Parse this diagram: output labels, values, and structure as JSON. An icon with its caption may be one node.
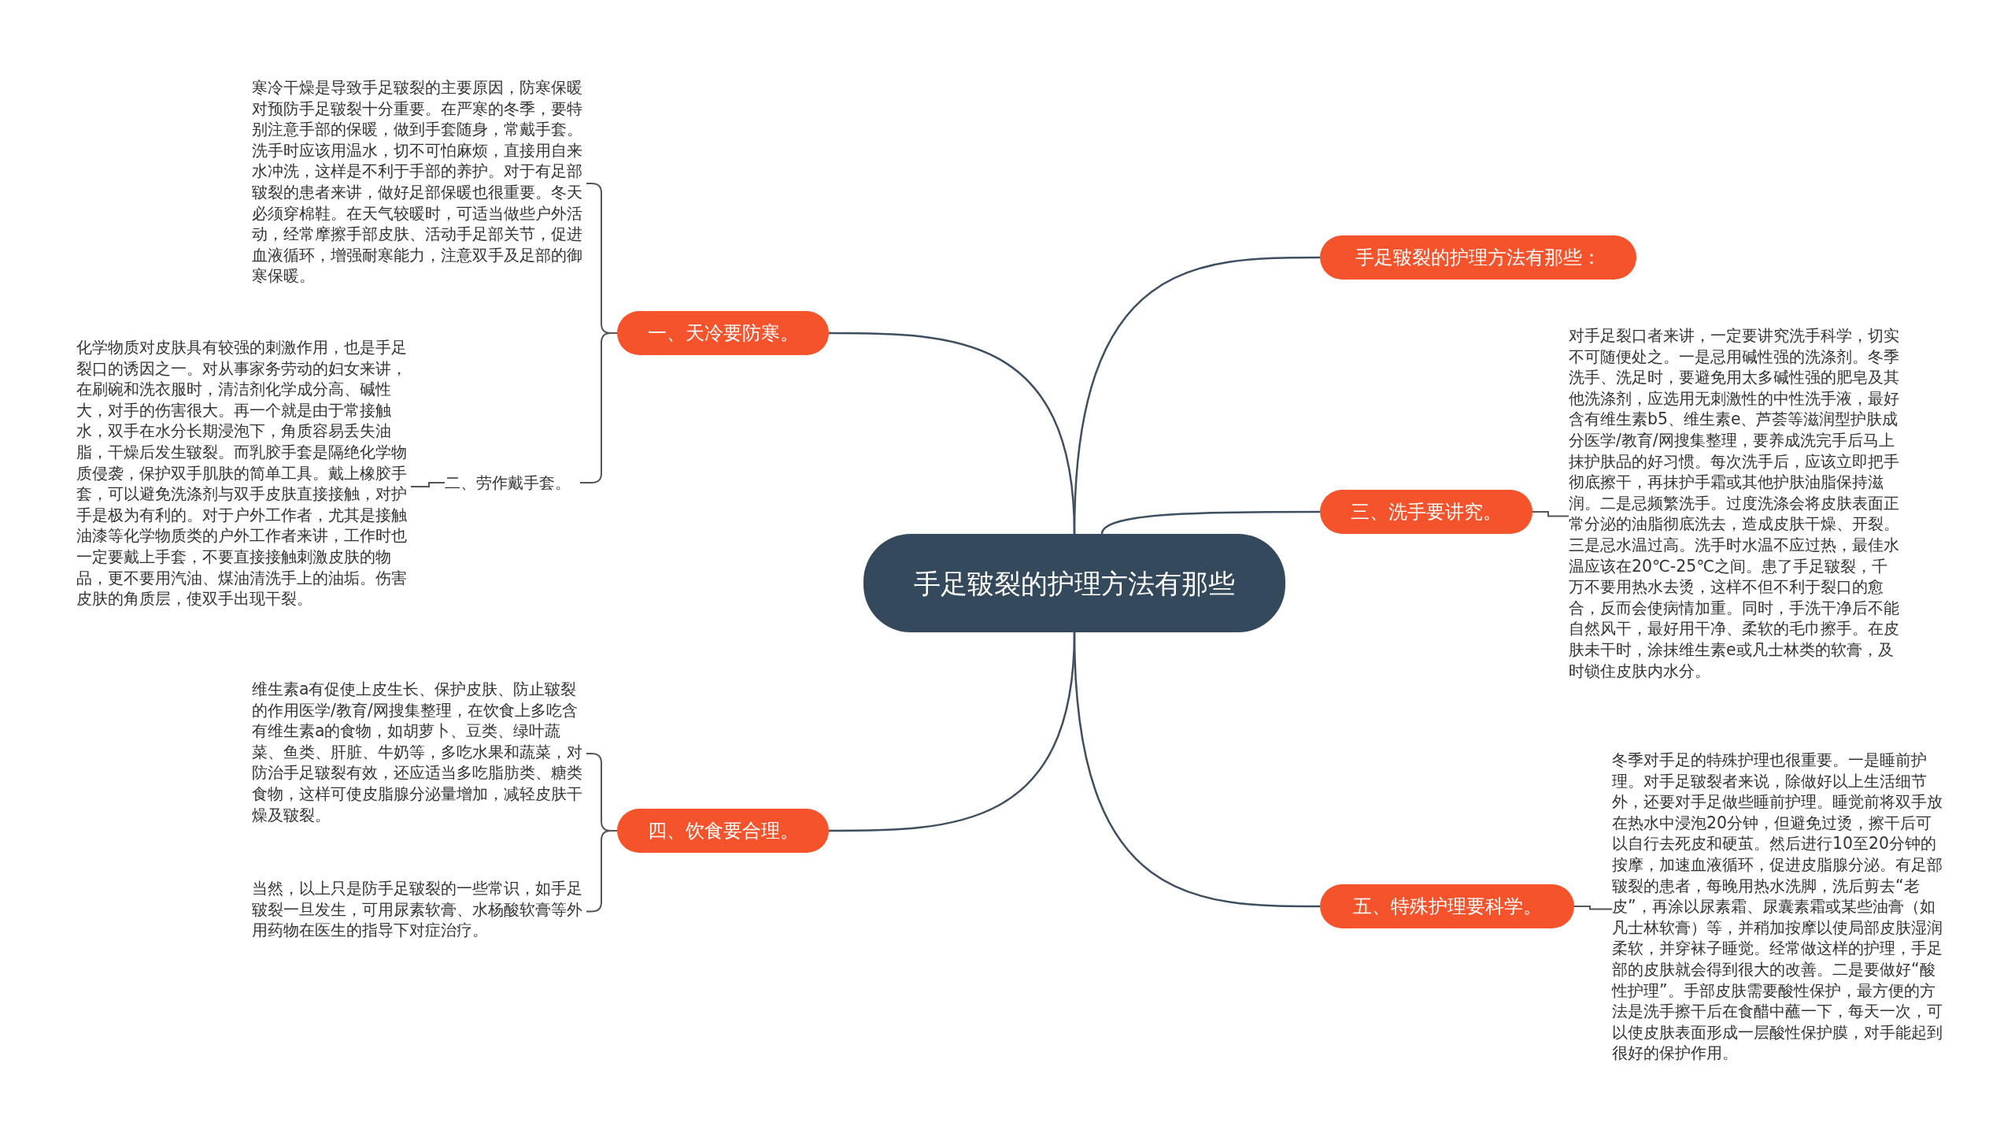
{
  "diagram": {
    "nodes": [
      {
        "text": [
          "手足皲裂的护理方法有那些"
        ]
      },
      {
        "text": [
          "手足皲裂的护理方法有那些："
        ]
      },
      {
        "text": [
          "一、天冷要防寒。"
        ]
      },
      {
        "text": [
          "寒冷干燥是导致手足皲裂的主要原因，防寒保暖对预防手足皲裂十分重要。在严寒的冬季，要特别注意手部的保暖，做到手套随身，常戴手套。洗手时应该用温水，切不可怕麻烦，直接用自来水冲洗，这样是不利于手部的养护。对于有足部皲裂的患者来讲，做好足部保暖也很重要。冬天必须穿棉鞋。在天气较暖时，可适当做些户外活动，经常摩擦手部皮肤、活动手足部关节，促进血液循环，增强耐寒能力，注意双手及足部的御寒保暖。"
        ]
      },
      {
        "text": [
          "二、劳作戴手套。"
        ]
      },
      {
        "text": [
          "化学物质对皮肤具有较强的刺激作用，也是手足裂口的诱因之一。对从事家务劳动的妇女来讲，在刷碗和洗衣服时，清洁剂化学成分高、碱性大，对手的伤害很大。再一个就是由于常接触水，双手在水分长期浸泡下，角质容易丢失油脂，干燥后发生皲裂。而乳胶手套是隔绝化学物质侵袭，保护双手肌肤的简单工具。戴上橡胶手套，可以避免洗涤剂与双手皮肤直接接触，对护手是极为有利的。对于户外工作者，尤其是接触油漆等化学物质类的户外工作者来讲，工作时也一定要戴上手套，不要直接接触刺激皮肤的物品，更不要用汽油、煤油清洗手上的油垢。伤害皮肤的角质层，使双手出现干裂。"
        ]
      },
      {
        "text": [
          "三、洗手要讲究。"
        ]
      },
      {
        "text": [
          "对手足裂口者来讲，一定要讲究洗手科学，切实不可随便处之。一是忌用碱性强的洗涤剂。冬季洗手、洗足时，要避免用太多碱性强的肥皂及其他洗涤剂，应选用无刺激性的中性洗手液，最好含有维生素b5、维生素e、芦荟等滋润型护肤成分医学/教育/网搜集整理，要养成洗完手后马上抹护肤品的好习惯。每次洗手后，应该立即把手彻底擦干，再抹护手霜或其他护肤油脂保持滋润。二是忌频繁洗手。过度洗涤会将皮肤表面正常分泌的油脂彻底洗去，造成皮肤干燥、开裂。三是忌水温过高。洗手时水温不应过热，最佳水温应该在20℃-25℃之间。患了手足皲裂，千万不要用热水去烫，这样不但不利于裂口的愈合，反而会使病情加重。同时，手洗干净后不能自然风干，最好用干净、柔软的毛巾擦手。在皮肤未干时，涂抹维生素e或凡士林类的软膏，及时锁住皮肤内水分。"
        ]
      },
      {
        "text": [
          "四、饮食要合理。"
        ]
      },
      {
        "text": [
          "维生素a有促使上皮生长、保护皮肤、防止皲裂的作用医学/教育/网搜集整理，在饮食上多吃含有维生素a的食物，如胡萝卜、豆类、绿叶蔬菜、鱼类、肝脏、牛奶等，多吃水果和蔬菜，对防治手足皲裂有效，还应适当多吃脂肪类、糖类食物，这样可使皮脂腺分泌量增加，减轻皮肤干燥及皲裂。"
        ]
      },
      {
        "text": [
          "当然，以上只是防手足皲裂的一些常识，如手足皲裂一旦发生，可用尿素软膏、水杨酸软膏等外用药物在医生的指导下对症治疗。"
        ]
      },
      {
        "text": [
          "五、特殊护理要科学。"
        ]
      },
      {
        "text": [
          "冬季对手足的特殊护理也很重要。一是睡前护理。对手足皲裂者来说，除做好以上生活细节外，还要对手足做些睡前护理。睡觉前将双手放在热水中浸泡20分钟，但避免过烫，擦干后可以自行去死皮和硬茧。然后进行10至20分钟的按摩，加速血液循环，促进皮脂腺分泌。有足部皲裂的患者，每晚用热水洗脚，洗后剪去“老皮”，再涂以尿素霜、尿囊素霜或某些油膏（如凡士林软膏）等，并稍加按摩以使局部皮肤湿润柔软，并穿袜子睡觉。经常做这样的护理，手足部的皮肤就会得到很大的改善。二是要做好“酸性护理”。手部皮肤需要酸性保护，最方便的方法是洗手擦干后在食醋中蘸一下，每天一次，可以使皮肤表面形成一层酸性保护膜，对手能起到很好的保护作用。"
        ]
      }
    ],
    "edges": [
      {
        "from": 0,
        "to": 1,
        "arrow": "none"
      },
      {
        "from": 0,
        "to": 2,
        "arrow": "none"
      },
      {
        "from": 0,
        "to": 6,
        "arrow": "none"
      },
      {
        "from": 0,
        "to": 8,
        "arrow": "none"
      },
      {
        "from": 0,
        "to": 11,
        "arrow": "none"
      },
      {
        "from": 2,
        "to": 3,
        "arrow": "none"
      },
      {
        "from": 2,
        "to": 4,
        "arrow": "none"
      },
      {
        "from": 4,
        "to": 5,
        "arrow": "none"
      },
      {
        "from": 6,
        "to": 7,
        "arrow": "none"
      },
      {
        "from": 8,
        "to": 9,
        "arrow": "none"
      },
      {
        "from": 8,
        "to": 10,
        "arrow": "none"
      },
      {
        "from": 11,
        "to": 12,
        "arrow": "none"
      }
    ]
  }
}
